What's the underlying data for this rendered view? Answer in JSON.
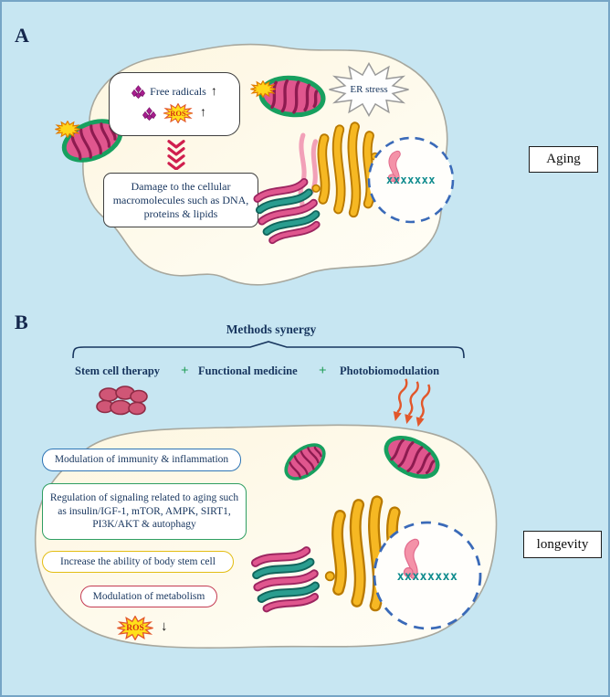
{
  "panelA": {
    "label": "A",
    "free_radicals": {
      "label": "Free radicals",
      "arrow": "↑"
    },
    "ros": {
      "label": "ROS",
      "arrow": "↑"
    },
    "er_stress": "ER stress",
    "damage_text": "Damage to the cellular macromolecules such as DNA, proteins & lipids",
    "dna_text": "xxxxxxx",
    "region_label": "Aging"
  },
  "panelB": {
    "label": "B",
    "title": "Methods synergy",
    "plus": "+",
    "methods": [
      {
        "label": "Stem cell therapy"
      },
      {
        "label": "Functional medicine"
      },
      {
        "label": "Photobiomodulation"
      }
    ],
    "effects": [
      {
        "text": "Modulation of immunity & inflammation",
        "border_color": "#2d74b5"
      },
      {
        "text": "Regulation of signaling related to aging such as insulin/IGF-1, mTOR, AMPK, SIRT1, PI3K/AKT & autophagy",
        "border_color": "#2f9e62"
      },
      {
        "text": "Increase the ability of body stem cell",
        "border_color": "#e3bd13"
      },
      {
        "text": "Modulation of metabolism",
        "border_color": "#c43b53"
      }
    ],
    "ros": {
      "label": "ROS",
      "arrow": "↓"
    },
    "dna_text": "xxxxxxxx",
    "region_label": "longevity"
  },
  "colors": {
    "background": "#c7e6f2",
    "cell_fill": "#fdf7e3",
    "text_navy": "#17355e",
    "plus_green": "#1f9d55",
    "ros_red": "#d42f12",
    "star_yellow": "#ffe01a",
    "nucleus_blue": "#3a6ab8",
    "dna_teal": "#0e8b8d",
    "mito_green": "#17a05f",
    "mito_pink": "#e0568e",
    "golgi_orange": "#f6b823",
    "chevron_red": "#d01f4e"
  }
}
